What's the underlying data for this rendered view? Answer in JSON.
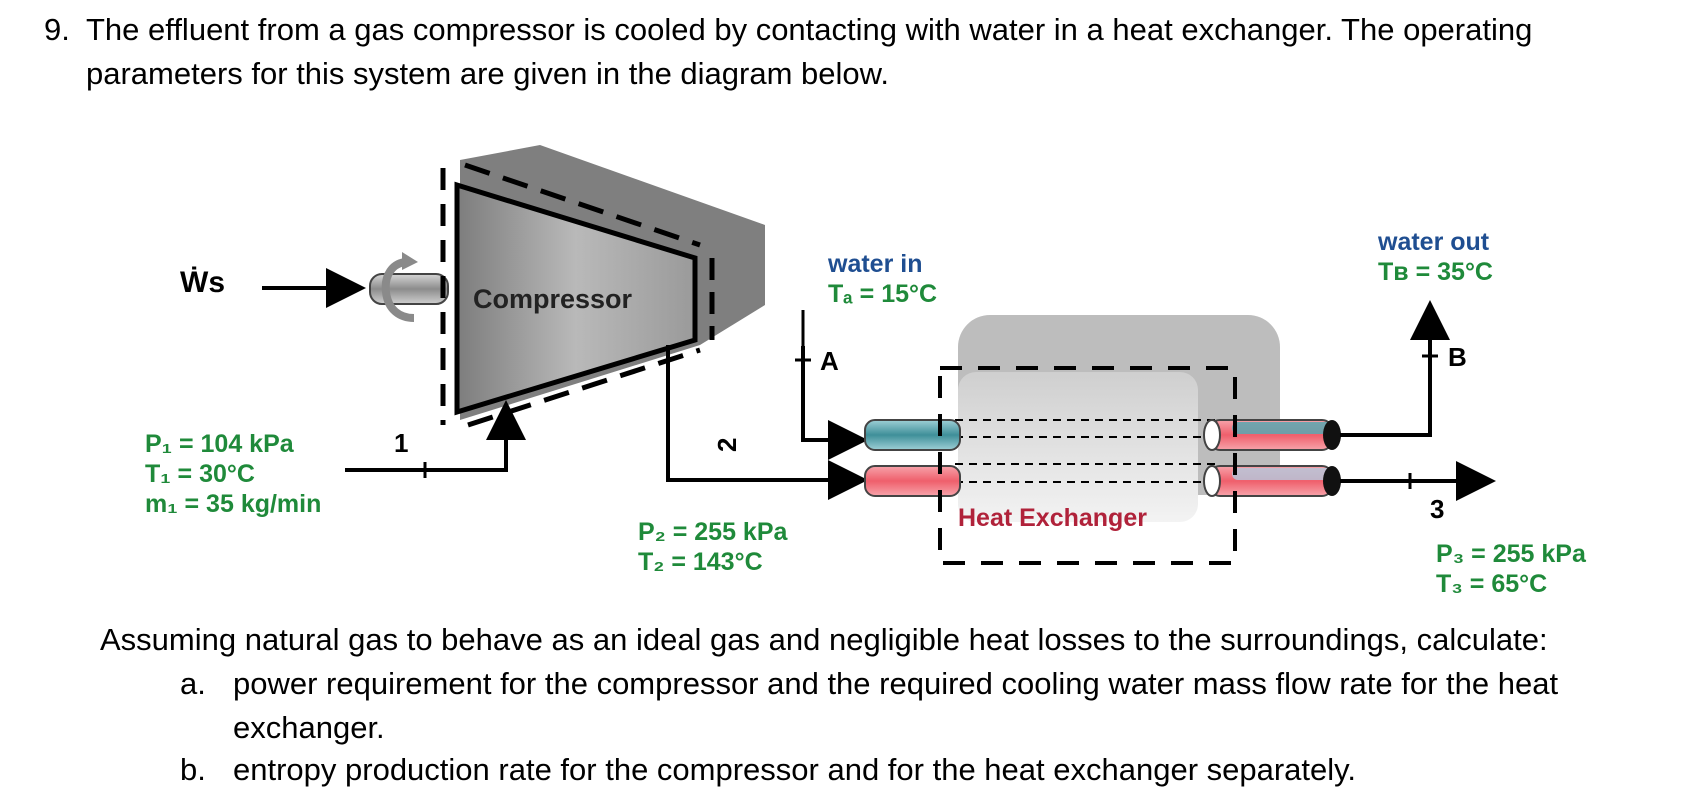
{
  "question": {
    "number": "9.",
    "text_line1": "The effluent from a gas compressor is cooled by contacting with water in a heat exchanger. The operating",
    "text_line2": "parameters for this system are given in the diagram below."
  },
  "diagram": {
    "work_label": "Ẇs",
    "compressor_label": "Compressor",
    "heat_exchanger_label": "Heat Exchanger",
    "stream1": {
      "id": "1",
      "P": "P₁ = 104 kPa",
      "T": "T₁ = 30°C",
      "m": "m₁ = 35 kg/min"
    },
    "stream2": {
      "id": "2",
      "P": "P₂ = 255 kPa",
      "T": "T₂ = 143°C"
    },
    "stream3": {
      "id": "3",
      "P": "P₃ = 255 kPa",
      "T": "T₃ = 65°C"
    },
    "water_in": {
      "title": "water in",
      "T": "Tₐ = 15°C",
      "id": "A"
    },
    "water_out": {
      "title": "water out",
      "T": "Tʙ = 35°C",
      "id": "B"
    },
    "colors": {
      "label_green": "#1f8a3a",
      "label_blue": "#1f4e91",
      "label_red": "#b0223a",
      "hot_stream": "#f0707a",
      "cold_stream": "#4a9da6"
    }
  },
  "task": {
    "intro": "Assuming natural gas to behave as an ideal gas and negligible heat losses to the surroundings, calculate:",
    "a_marker": "a.",
    "a_line1": "power requirement for the compressor and the required cooling water mass flow rate for the heat",
    "a_line2": "exchanger.",
    "b_marker": "b.",
    "b_line1": "entropy production rate for the compressor and for the heat exchanger separately."
  }
}
